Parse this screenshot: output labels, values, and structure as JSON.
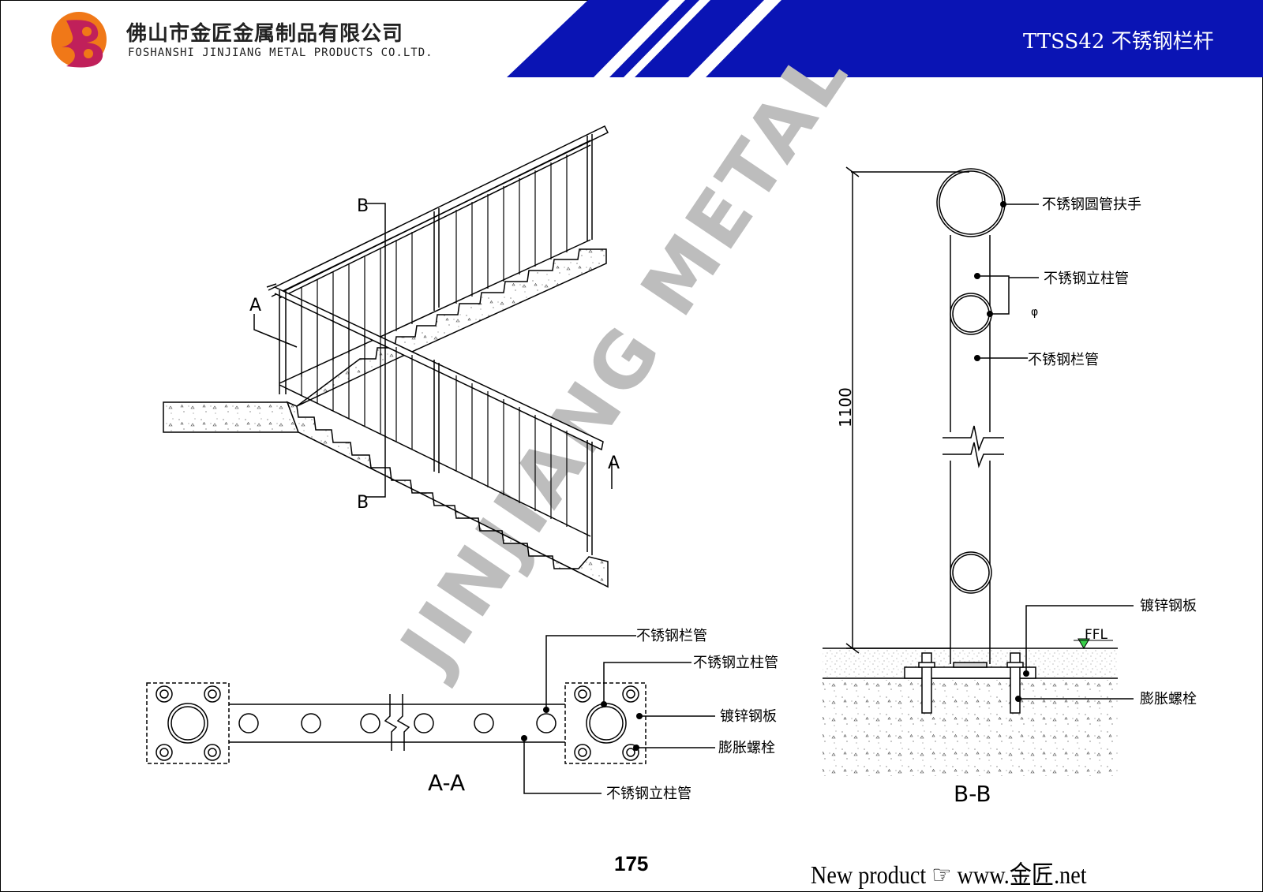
{
  "header": {
    "company_cn": "佛山市金匠金属制品有限公司",
    "company_en": "FOSHANSHI JINJIANG METAL PRODUCTS CO.LTD.",
    "doc_title": "TTSS42  不锈钢栏杆",
    "band_color": "#0a14b4",
    "logo_colors": [
      "#f07818",
      "#c0205a"
    ]
  },
  "watermark": "JINJIANG METAL",
  "stair": {
    "section_b_label": "B",
    "section_a_label": "A"
  },
  "section_aa": {
    "caption": "A-A",
    "labels": {
      "rail_tube": "不锈钢栏管",
      "post_tube_top": "不锈钢立柱管",
      "plate": "镀锌钢板",
      "bolt": "膨胀螺栓",
      "post_tube_bottom": "不锈钢立柱管"
    }
  },
  "section_bb": {
    "caption": "B-B",
    "height_dim": "1100",
    "floor_level": "FFL",
    "phi": "φ",
    "labels": {
      "handrail": "不锈钢圆管扶手",
      "post": "不锈钢立柱管",
      "rail": "不锈钢栏管",
      "plate": "镀锌钢板",
      "bolt": "膨胀螺栓"
    }
  },
  "footer": {
    "page_number": "175",
    "website": "New product ☞ www.金匠.net"
  }
}
